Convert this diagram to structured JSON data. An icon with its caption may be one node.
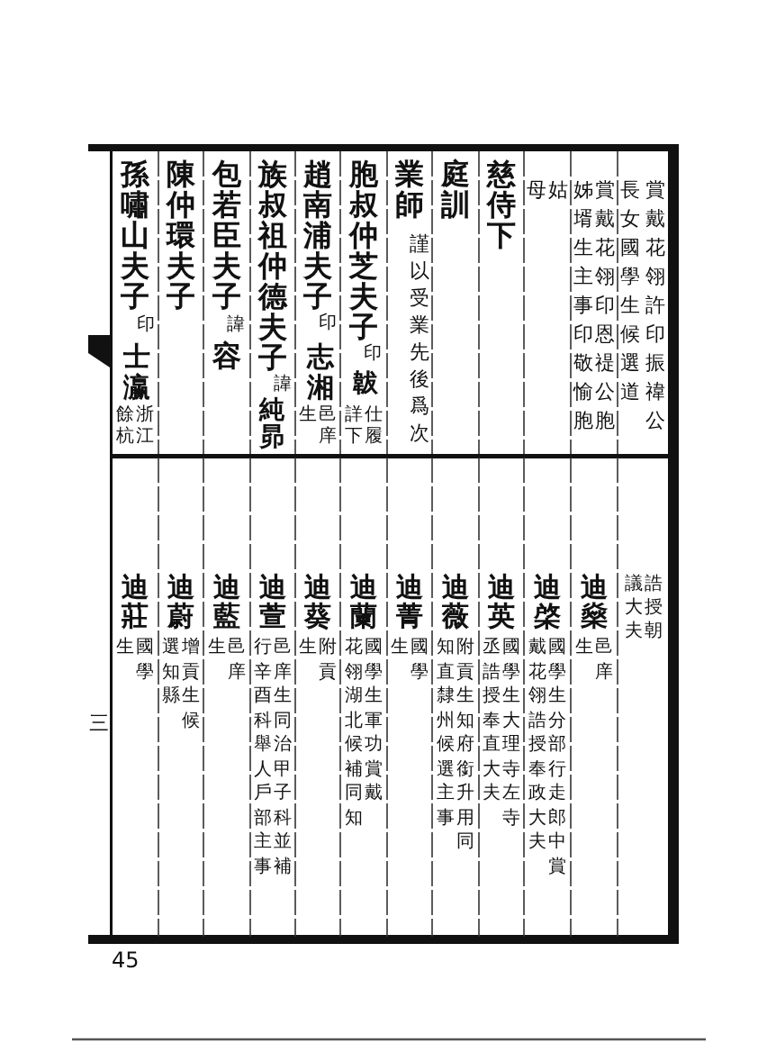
{
  "diagram": {
    "labels": [
      "賞戴花翎許印振禕公",
      "長女國學生候選道",
      "賞戴花翎印恩禔公胞",
      "姊壻生主事印敬愉胞",
      "姑",
      "母",
      "慈侍下",
      "庭訓",
      "業師",
      "謹以受業先後爲次",
      "胞叔仲芝夫子",
      "印",
      "韍",
      "仕履",
      "詳下",
      "趙南浦夫子",
      "印",
      "志湘",
      "邑庠",
      "生",
      "族叔祖仲德夫子",
      "諱",
      "純昴",
      "包若臣夫子",
      "諱",
      "容",
      "陳仲環夫子",
      "孫嘯山夫子",
      "印",
      "士瀛",
      "浙江",
      "餘杭",
      "誥授朝",
      "議大夫",
      "迪燊",
      "邑庠",
      "生",
      "迪棨",
      "國學生分部行走郎中賞",
      "戴花翎誥授奉政大夫",
      "迪英",
      "國學生大理寺左寺",
      "丞誥授奉直大夫",
      "迪薇",
      "附貢生知府銜升用同",
      "知直隸州候選主事",
      "迪菁",
      "國學",
      "生",
      "迪蘭",
      "國學生軍功賞戴",
      "花翎湖北候補同知",
      "迪葵",
      "附貢",
      "生",
      "迪萱",
      "邑庠生同治甲子科並補",
      "行辛酉科舉人戶部主事",
      "迪藍",
      "邑庠",
      "生",
      "迪蔚",
      "增貢生候",
      "選知縣",
      "迪莊",
      "國學",
      "生",
      "三",
      "45"
    ]
  }
}
